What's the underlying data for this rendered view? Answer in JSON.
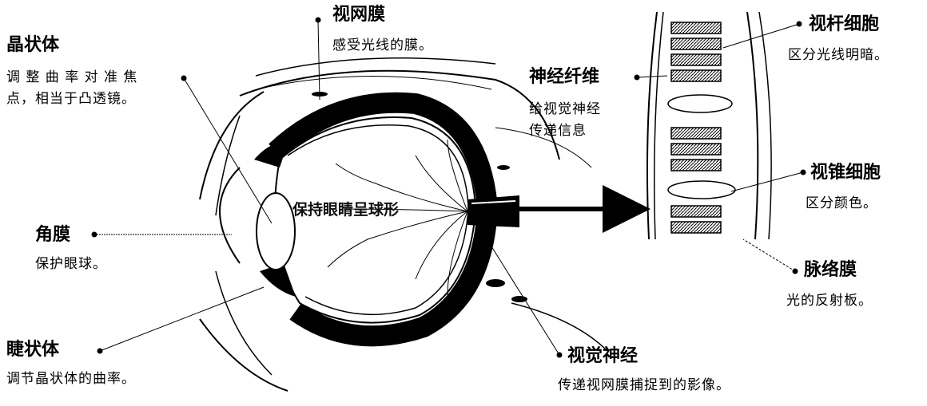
{
  "labels": {
    "lens": {
      "title": "晶状体",
      "desc_line1": "调 整 曲 率 对 准 焦",
      "desc_line2": "点，相当于凸透镜。"
    },
    "retina": {
      "title": "视网膜",
      "desc": "感受光线的膜。"
    },
    "cornea": {
      "title": "角膜",
      "desc": "保护眼球。"
    },
    "ciliary": {
      "title": "睫状体",
      "desc": "调节晶状体的曲率。"
    },
    "optic_nerve": {
      "title": "视觉神经",
      "desc": "传递视网膜捕捉到的影像。"
    },
    "nerve_fiber": {
      "title": "神经纤维",
      "desc_line1": "给视觉神经",
      "desc_line2": "传递信息"
    },
    "rod": {
      "title": "视杆细胞",
      "desc": "区分光线明暗。"
    },
    "cone": {
      "title": "视锥细胞",
      "desc": "区分颜色。"
    },
    "choroid": {
      "title": "脉络膜",
      "desc": "光的反射板。"
    },
    "vitreous": {
      "text": "保持眼睛呈球形"
    }
  }
}
